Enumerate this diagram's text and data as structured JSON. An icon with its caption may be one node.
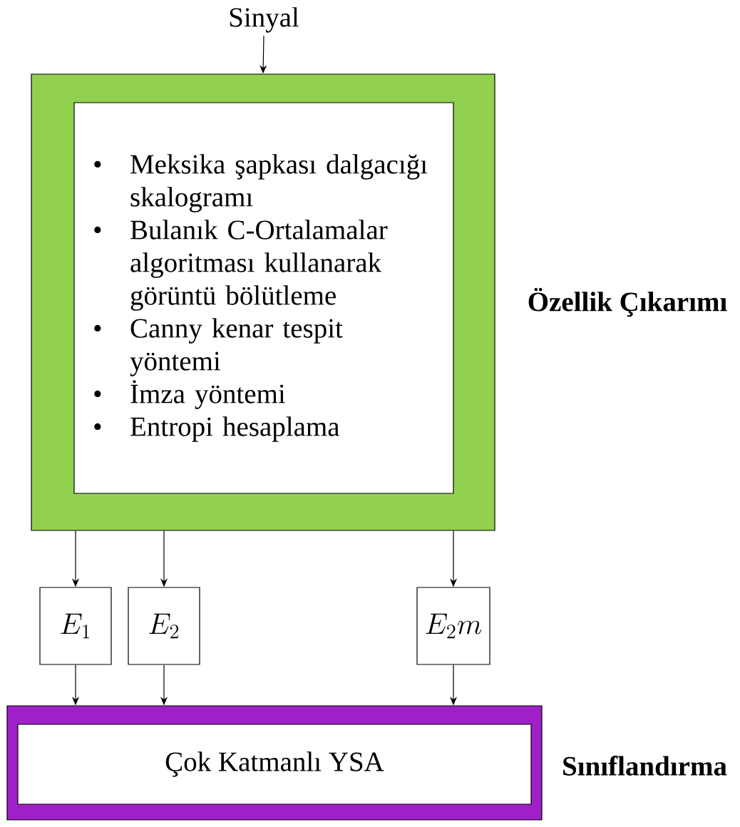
{
  "diagram": {
    "nodes": [
      {
        "text": [
          "Sinyal"
        ]
      },
      {
        "text": [],
        "shape": "box",
        "beside": [
          "Özellik Çıkarımı"
        ]
      },
      {
        "text": [
          "Meksika şapkası dalgacığı skalogramı",
          "Bulanık C-Ortalamalar algoritması kullanarak görüntü bölütleme",
          "Canny kenar tespit yöntemi",
          "İmza yöntemi",
          "Entropi hesaplama"
        ],
        "in": 1
      },
      {
        "text": [
          "E_1"
        ]
      },
      {
        "text": [
          "E_2"
        ]
      },
      {
        "text": [
          "E_2m"
        ]
      },
      {
        "text": [],
        "shape": "box",
        "beside": [
          "Sınıflandırma"
        ]
      },
      {
        "text": [
          "Çok Katmanlı YSA"
        ],
        "in": 6
      }
    ],
    "edges": [
      {
        "from": 0,
        "to": 1,
        "arrow": "to"
      },
      {
        "from": 1,
        "to": 3,
        "arrow": "to"
      },
      {
        "from": 1,
        "to": 4,
        "arrow": "to"
      },
      {
        "from": 1,
        "to": 5,
        "arrow": "to"
      },
      {
        "from": 3,
        "to": 6,
        "arrow": "to"
      },
      {
        "from": 4,
        "to": 6,
        "arrow": "to"
      },
      {
        "from": 5,
        "to": 6,
        "arrow": "to"
      }
    ],
    "labels": [
      "•",
      "•",
      "•",
      "•",
      "•"
    ]
  }
}
